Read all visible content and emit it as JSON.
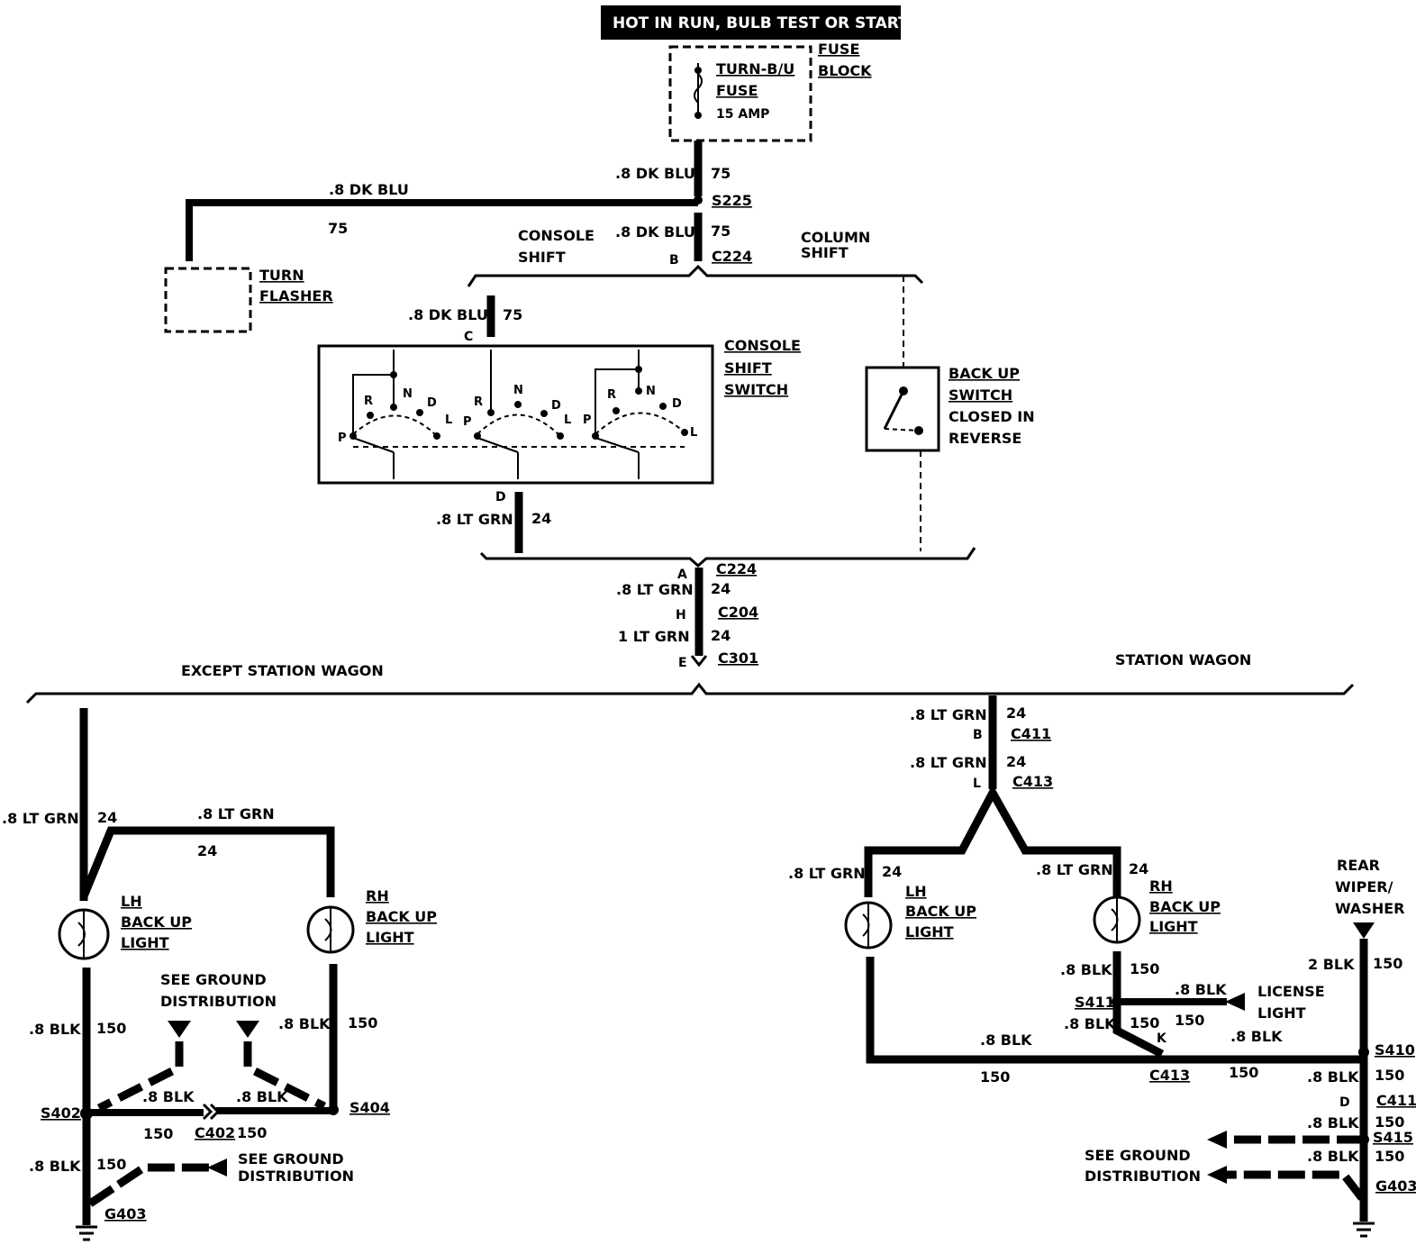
{
  "header": {
    "power_label": "HOT IN RUN,   BULB TEST OR START"
  },
  "fuse_block": {
    "name_line1": "FUSE",
    "name_line2": "BLOCK",
    "fuse_line1": "TURN-B/U",
    "fuse_line2": "FUSE",
    "rating": "15 AMP"
  },
  "wires": {
    "dk_blu": ".8 DK BLU",
    "lt_grn": ".8 LT GRN",
    "lt_grn_1": "1 LT GRN",
    "blk": ".8 BLK",
    "blk_2": "2 BLK",
    "circuit_75": "75",
    "circuit_24": "24",
    "circuit_150": "150"
  },
  "turn_flasher": {
    "line1": "TURN",
    "line2": "FLASHER"
  },
  "console_shift": {
    "line1": "CONSOLE",
    "line2": "SHIFT"
  },
  "column_shift": {
    "line1": "COLUMN",
    "line2": "SHIFT"
  },
  "console_switch": {
    "line1": "CONSOLE",
    "line2": "SHIFT",
    "line3": "SWITCH",
    "positions": {
      "p": "P",
      "r": "R",
      "n": "N",
      "d": "D",
      "l": "L"
    }
  },
  "backup_switch": {
    "line1": "BACK UP",
    "line2": "SWITCH",
    "line3": "CLOSED IN",
    "line4": "REVERSE"
  },
  "connectors": {
    "s225": "S225",
    "c224": "C224",
    "c204": "C204",
    "c301": "C301",
    "c411": "C411",
    "c413": "C413",
    "s411": "S411",
    "s410": "S410",
    "s415": "S415",
    "s402": "S402",
    "s404": "S404",
    "c402": "C402",
    "g403": "G403"
  },
  "pins": {
    "a": "A",
    "b": "B",
    "c": "C",
    "d": "D",
    "e": "E",
    "h": "H",
    "k": "K",
    "l": "L"
  },
  "sections": {
    "except_wagon": "EXCEPT STATION WAGON",
    "wagon": "STATION WAGON"
  },
  "lights": {
    "lh_line1": "LH",
    "rh_line1": "RH",
    "backup_line2": "BACK UP",
    "light_line3": "LIGHT"
  },
  "license_light": {
    "line1": "LICENSE",
    "line2": "LIGHT"
  },
  "rear_wiper": {
    "line1": "REAR",
    "line2": "WIPER/",
    "line3": "WASHER"
  },
  "ground_dist": {
    "line1": "SEE GROUND",
    "line2": "DISTRIBUTION"
  }
}
